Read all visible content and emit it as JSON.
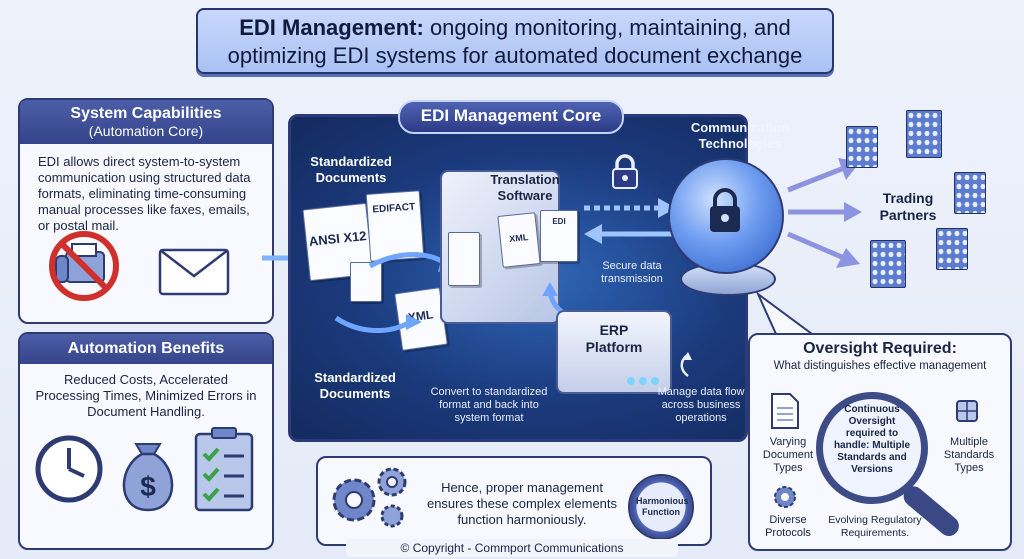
{
  "title": {
    "bold": "EDI Management:",
    "line1_rest": " ongoing monitoring, maintaining, and",
    "line2": "optimizing EDI systems for automated document exchange"
  },
  "capabilities": {
    "heading": "System Capabilities",
    "subheading": "(Automation Core)",
    "text": "EDI allows direct system-to-system communication using structured data formats, eliminating time-consuming manual processes like faxes, emails, or postal mail."
  },
  "benefits": {
    "heading": "Automation Benefits",
    "text": "Reduced Costs, Accelerated Processing Times, Minimized Errors in Document Handling."
  },
  "core": {
    "label": "EDI Management Core",
    "standardized_top": "Standardized Documents",
    "standardized_bottom": "Standardized Documents",
    "translation": "Translation Software",
    "doc_ansi": "ANSI X12",
    "doc_edifact": "EDIFACT",
    "doc_xml": "XML",
    "doc_xml_small": "XML",
    "doc_edi_small": "EDI",
    "secure": "Secure data transmission",
    "convert": "Convert to standardized format and back into system format",
    "erp": "ERP Platform",
    "manage": "Manage data flow across business operations",
    "communication": "Communication Technologies"
  },
  "partners": {
    "label": "Trading Partners"
  },
  "oversight": {
    "heading": "Oversight Required:",
    "subheading": "What distinguishes effective management",
    "varying": "Varying Document Types",
    "continuous": "Continuous Oversight required to handle: Multiple Standards and Versions",
    "multiple": "Multiple Standards Types",
    "protocols": "Diverse Protocols",
    "regulatory": "Evolving Regulatory Requirements."
  },
  "bottom": {
    "text": "Hence, proper management ensures these complex elements function harmoniously.",
    "badge": "Harmonious Function"
  },
  "copyright": "© Copyright - Commport Communications",
  "colors": {
    "navy": "#2e3b73",
    "header_blue": "#3f51a0",
    "core_blue": "#1b3a7c",
    "check_green": "#3aa14a",
    "no_red": "#d0302c"
  }
}
